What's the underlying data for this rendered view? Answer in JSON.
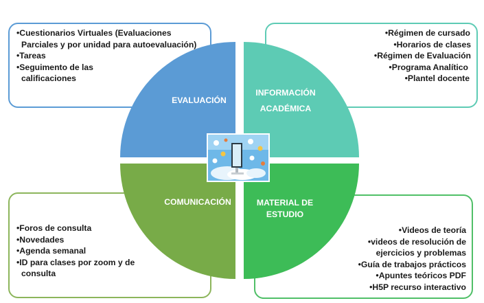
{
  "quadrants": {
    "evaluacion": {
      "label": "EVALUACIÓN",
      "color": "#5B9BD5"
    },
    "informacion": {
      "label_line1": "INFORMACIÓN",
      "label_line2": "ACADÉMICA",
      "color": "#5DCBB4"
    },
    "comunicacion": {
      "label": "COMUNICACIÓN",
      "color": "#78AB48"
    },
    "material": {
      "label_line1": "MATERIAL DE",
      "label_line2": "ESTUDIO",
      "color": "#3DBC57"
    }
  },
  "boxes": {
    "evaluacion": {
      "items": [
        "Cuestionarios Virtuales (Evaluaciones Parciales y por unidad para autoevaluación)",
        "Tareas",
        "Seguimento de las calificaciones"
      ]
    },
    "informacion": {
      "items": [
        "Régimen de cursado",
        "Horarios de clases",
        "Régimen de Evaluación",
        "Programa Analítico",
        "Plantel docente"
      ]
    },
    "comunicacion": {
      "items": [
        "Foros de consulta",
        "Novedades",
        "Agenda semanal",
        "ID para clases por zoom y de consulta"
      ]
    },
    "material": {
      "items": [
        "Videos de teoría",
        "videos de resolución de ejercicios y problemas",
        "Guía de trabajos prácticos",
        "Apuntes teóricos PDF",
        "H5P  recurso interactivo"
      ]
    }
  },
  "center_image": {
    "icon": "computer-cloud-icons"
  }
}
